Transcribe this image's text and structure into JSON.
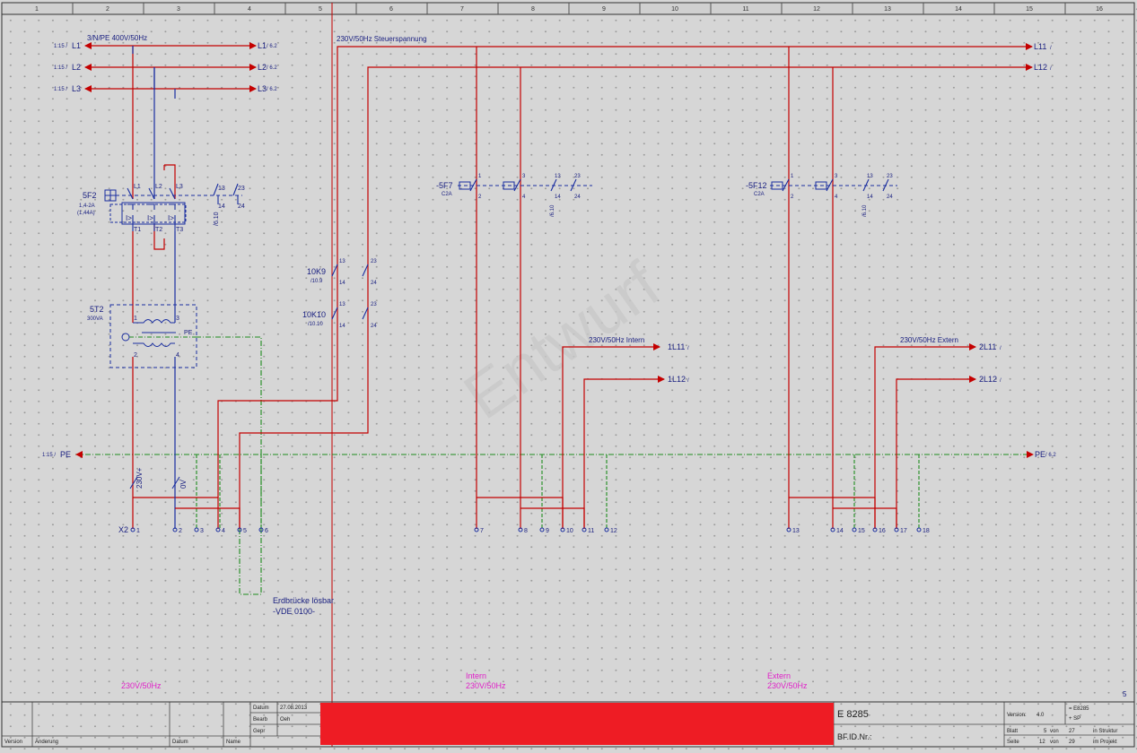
{
  "columns": [
    "1",
    "2",
    "3",
    "4",
    "5",
    "6",
    "7",
    "8",
    "9",
    "10",
    "11",
    "12",
    "13",
    "14",
    "15",
    "16"
  ],
  "colors": {
    "phase": "#c40000",
    "neutral": "#1a2ea0",
    "pe": "#1e8c1e",
    "text": "#1a2080",
    "magenta": "#e020c8",
    "watermark": "#c8c8c8",
    "logo_block": "#ee1c24"
  },
  "supply": {
    "title": "3/N/PE 400V/50Hz",
    "lines": [
      {
        "src": "1:15 /",
        "name": "L1",
        "dest": "L1",
        "ref": "/ 6.2"
      },
      {
        "src": "1:15 /",
        "name": "L2",
        "dest": "L2",
        "ref": "/ 6.2"
      },
      {
        "src": "1:15 /",
        "name": "L3",
        "dest": "L3",
        "ref": "/ 6.2"
      }
    ],
    "pe": {
      "src": "1:15 /",
      "name": "PE",
      "dest": "PE",
      "ref": "/ 6.2"
    }
  },
  "control": {
    "title": "230V/50Hz Steuerspannung",
    "l11": "L11",
    "l11_ref": "/",
    "l12": "L12",
    "l12_ref": "/"
  },
  "breaker_5f2": {
    "tag": "5F2",
    "rating": "1,4-2A",
    "setting": "(1,44A)",
    "poles": [
      "L1",
      "L2",
      "L3"
    ],
    "outs": [
      "T1",
      "T2",
      "T3"
    ],
    "trip": [
      "I>",
      "I>",
      "I>"
    ],
    "aux": [
      "13",
      "14",
      "23",
      "24"
    ],
    "ref": "/6.10"
  },
  "transformer": {
    "tag": "5T2",
    "rating": "300VA",
    "pins": [
      "1",
      "3",
      "2",
      "4"
    ],
    "pe": "PE"
  },
  "contacts": [
    {
      "tag": "10K9",
      "ref": "/10.9",
      "pins": [
        "13",
        "14",
        "23",
        "24"
      ]
    },
    {
      "tag": "10K10",
      "ref": "/10.10",
      "pins": [
        "13",
        "14",
        "23",
        "24"
      ]
    }
  ],
  "breaker_5f7": {
    "tag": "-5F7",
    "rating": "C2A",
    "pins": [
      "1",
      "2",
      "3",
      "4",
      "13",
      "14",
      "23",
      "24"
    ],
    "ref": "/6.10"
  },
  "breaker_5f12": {
    "tag": "-5F12",
    "rating": "C2A",
    "pins": [
      "1",
      "2",
      "3",
      "4",
      "13",
      "14",
      "23",
      "24"
    ],
    "ref": "/6.10"
  },
  "intern": {
    "title": "230V/50Hz Intern",
    "l11": "1L11",
    "l12": "1L12",
    "ref": "/"
  },
  "extern": {
    "title": "230V/50Hz Extern",
    "l11": "2L11",
    "l12": "2L12",
    "ref": "/"
  },
  "secondary": {
    "plus": "230V+",
    "zero": "0V"
  },
  "terminals": {
    "strip": "X2",
    "numbers": [
      "1",
      "2",
      "3",
      "4",
      "5",
      "6",
      "7",
      "8",
      "9",
      "10",
      "11",
      "12",
      "13",
      "14",
      "15",
      "16",
      "17",
      "18"
    ]
  },
  "earth_bridge": {
    "line1": "Erdbrücke lösbar",
    "line2": "-VDE 0100-"
  },
  "watermark": "Entwurf",
  "bottom_labels": [
    {
      "text": "230V/50Hz"
    },
    {
      "text": "Intern",
      "text2": "230V/50Hz"
    },
    {
      "text": "Extern",
      "text2": "230V/50Hz"
    }
  ],
  "page_number": "5",
  "title_block": {
    "datum_label": "Datum",
    "datum_value": "27.08.2013",
    "bearb_label": "Bearb",
    "bearb_value": "Oeh",
    "gepr_label": "Gepr",
    "version_label": "Version",
    "aenderung_label": "Änderung",
    "datum2_label": "Datum",
    "name_label": "Name",
    "drawing_no": "E 8285",
    "bf_id": "BF.ID.Nr.:",
    "ver_label": "Version:",
    "ver_value": "4.0",
    "eq1": "= E8285",
    "eq2": "+ SP",
    "blatt_label": "Blatt",
    "blatt_value": "5",
    "von1": "von",
    "blatt_total": "27",
    "struktur": "in Struktur",
    "seite_label": "Seite",
    "seite_value": "12",
    "von2": "von",
    "seite_total": "29",
    "projekt": "im Projekt"
  }
}
